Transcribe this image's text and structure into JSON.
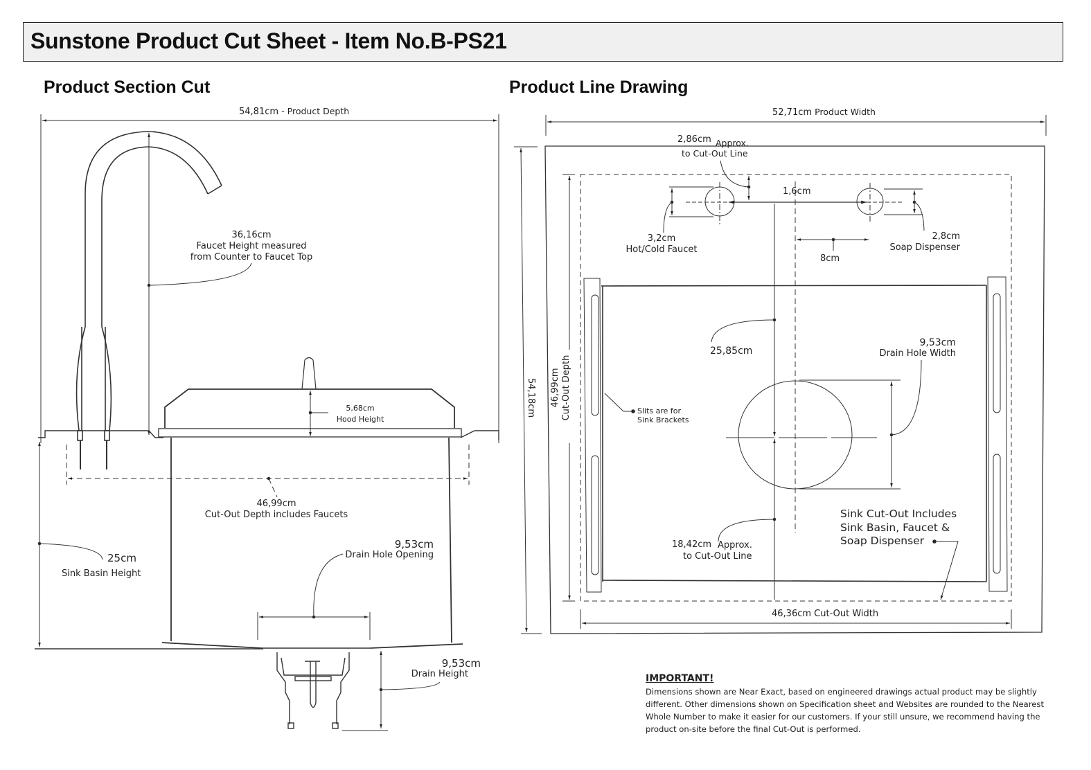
{
  "header": {
    "title": "Sunstone Product Cut Sheet - Item No.B-PS21"
  },
  "section_cut": {
    "title": "Product Section Cut",
    "product_depth": {
      "value": "54,81cm",
      "label": "- Product Depth"
    },
    "faucet_height": {
      "value": "36,16cm",
      "line1": "Faucet Height measured",
      "line2": "from Counter to Faucet Top"
    },
    "hood_height": {
      "value": "5,68cm",
      "label": "Hood Height"
    },
    "cutout_depth": {
      "value": "46,99cm",
      "label": "Cut-Out Depth includes Faucets"
    },
    "sink_basin_height": {
      "value": "25cm",
      "label": "Sink Basin Height"
    },
    "drain_hole_opening": {
      "value": "9,53cm",
      "label": "Drain Hole Opening"
    },
    "drain_height": {
      "value": "9,53cm",
      "label": "Drain Height"
    }
  },
  "line_drawing": {
    "title": "Product Line Drawing",
    "product_width": {
      "value": "52,71cm",
      "label": "Product Width"
    },
    "cutout_line_top": {
      "value": "2,86cm",
      "line1": "Approx.",
      "line2": "to Cut-Out Line"
    },
    "hole_offset": {
      "value": "1,6cm"
    },
    "hot_cold_faucet": {
      "value": "3,2cm",
      "label": "Hot/Cold Faucet"
    },
    "soap_dispenser": {
      "value": "2,8cm",
      "label": "Soap Dispenser"
    },
    "hole_spacing": {
      "value": "8cm"
    },
    "product_depth": {
      "value": "54,18cm"
    },
    "cutout_depth": {
      "value": "46,99cm",
      "label": "Cut-Out Depth"
    },
    "drain_offset_top": {
      "value": "25,85cm"
    },
    "drain_hole_width": {
      "value": "9,53cm",
      "label": "Drain Hole Width"
    },
    "slits_note": {
      "line1": "Slits are for",
      "line2": "Sink Brackets"
    },
    "drain_offset_bottom": {
      "value": "18,42cm",
      "line1": "Approx.",
      "line2": "to Cut-Out Line"
    },
    "cutout_note": {
      "line1": "Sink Cut-Out Includes",
      "line2": "Sink Basin, Faucet &",
      "line3": "Soap Dispenser"
    },
    "cutout_width": {
      "value": "46,36cm",
      "label": "Cut-Out Width"
    }
  },
  "important": {
    "heading": "IMPORTANT!",
    "text": "Dimensions shown are Near Exact, based on engineered drawings actual product may be slightly different. Other dimensions shown on Specification sheet and Websites are rounded to the Nearest Whole Number to make it easier for our customers. If your still unsure, we recommend having the product on-site before the final Cut-Out is performed."
  }
}
